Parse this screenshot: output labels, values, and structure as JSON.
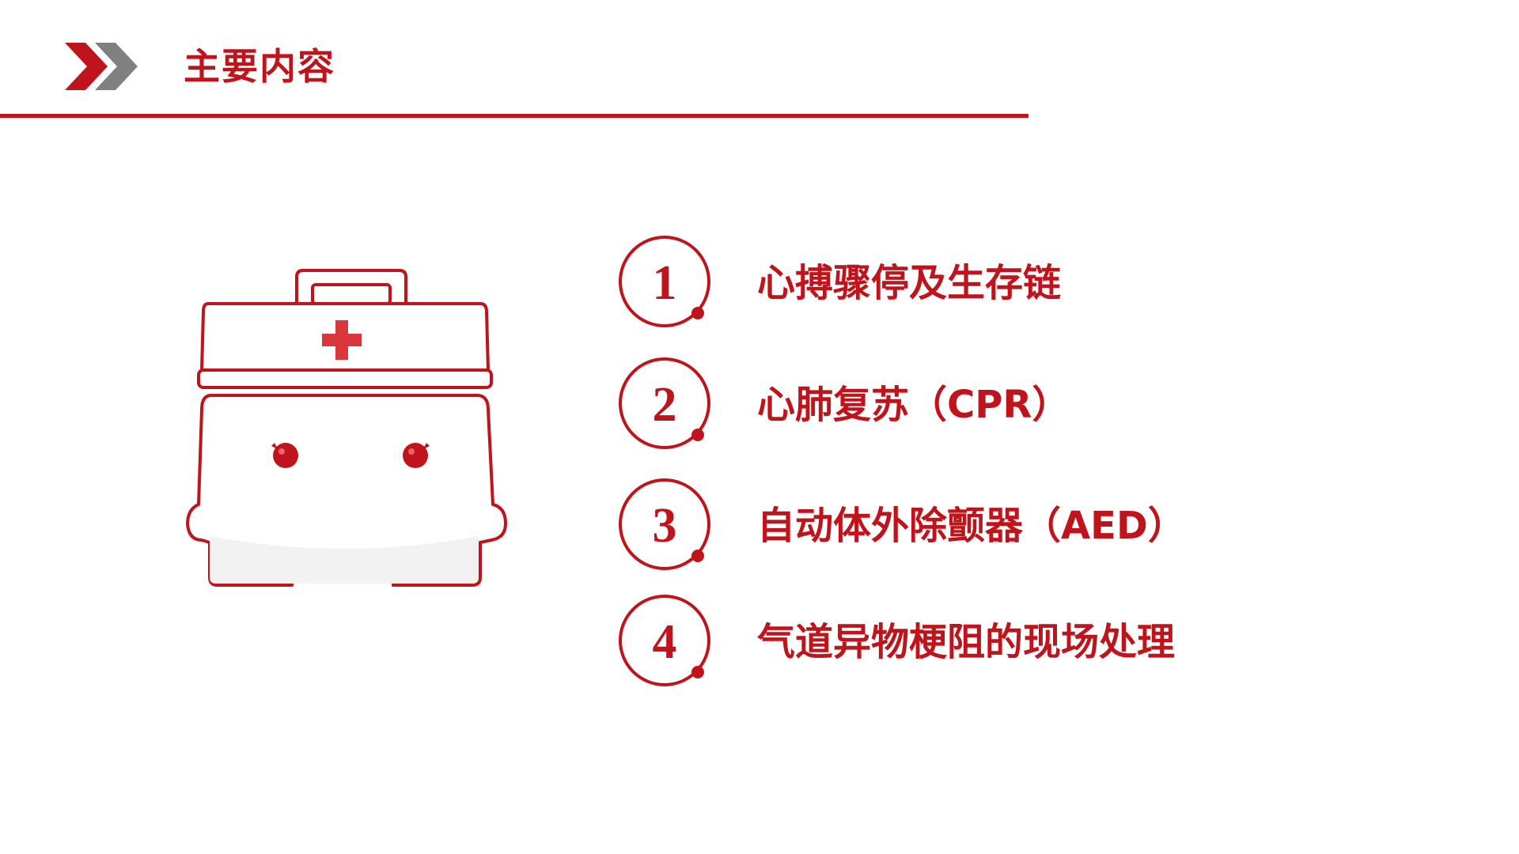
{
  "header": {
    "title": "主要内容"
  },
  "agenda": {
    "items": [
      {
        "number": "1",
        "label": "心搏骤停及生存链"
      },
      {
        "number": "2",
        "label": "心肺复苏（CPR）"
      },
      {
        "number": "3",
        "label": "自动体外除颤器（AED）"
      },
      {
        "number": "4",
        "label": "气道异物梗阻的现场处理"
      }
    ]
  },
  "colors": {
    "accent_red": "#c0141c",
    "chevron_gray": "#808080",
    "background": "#ffffff"
  },
  "icons": {
    "header": "double-chevron-icon",
    "illustration": "first-aid-kit-icon"
  }
}
